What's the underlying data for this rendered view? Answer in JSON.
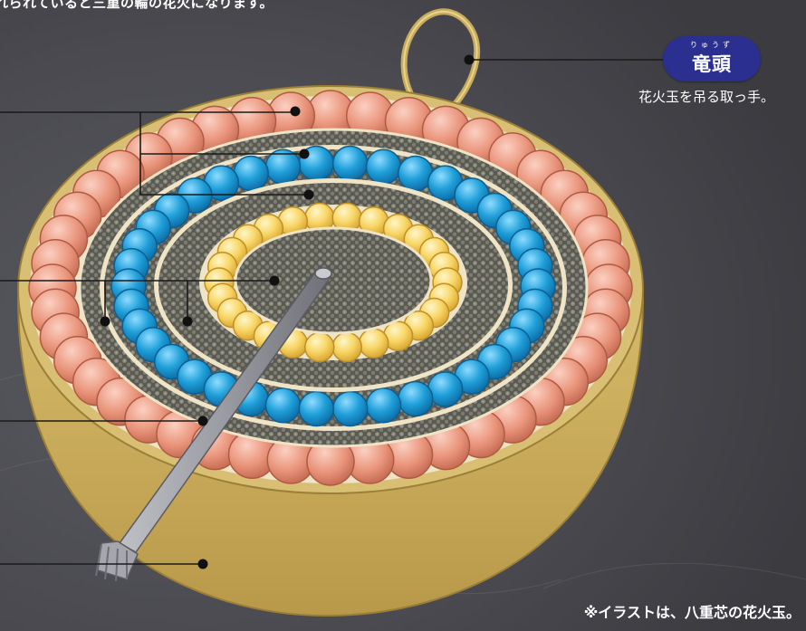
{
  "intro_text": "れられていると三重の輪の花火になります。",
  "callout": {
    "ruby": "りゅうず",
    "title": "竜頭",
    "description": "花火玉を吊る取っ手。"
  },
  "footnote": "※イラストは、八重芯の花火玉。",
  "colors": {
    "background": "#4a4a50",
    "shell": "#c9ab5c",
    "shell_inner": "#e8dcb2",
    "outer_stars": "#e8917a",
    "middle_stars": "#1f9fd9",
    "inner_stars": "#f7d060",
    "burst_charge": "#6b6b62",
    "fuse": "#9a9aa0",
    "callout_badge": "#2b2f8f"
  },
  "icons": [
    "hanging-loop-icon",
    "fuse-icon"
  ]
}
